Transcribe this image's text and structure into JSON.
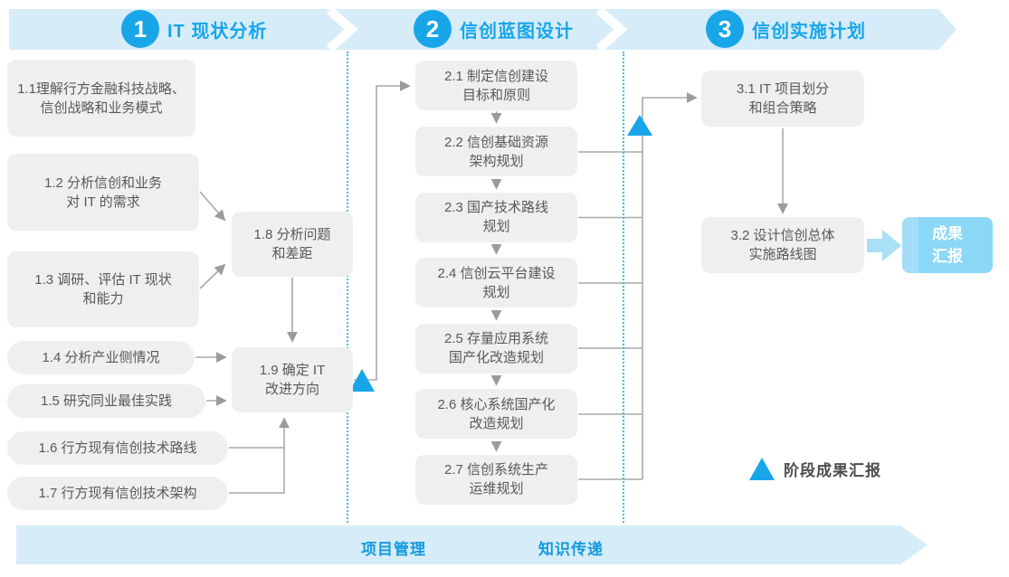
{
  "colors": {
    "accent_blue": "#18A6E9",
    "band_light_blue": "#D6ECF8",
    "box_fill_gray": "#EFEFEF",
    "box_text_gray": "#57595B",
    "connector_gray": "#A9A9A9",
    "result_box_blue": "#8BD7F6",
    "result_arrow_blue": "#A9DFF7"
  },
  "phases": [
    {
      "number": "1",
      "title": "IT 现状分析"
    },
    {
      "number": "2",
      "title": "信创蓝图设计"
    },
    {
      "number": "3",
      "title": "信创实施计划"
    }
  ],
  "phase1": {
    "boxes": {
      "b11": "1.1理解行方金融科技战略、\n信创战略和业务模式",
      "b12": "1.2 分析信创和业务\n对 IT 的需求",
      "b13": "1.3 调研、评估 IT 现状\n和能力",
      "b14": "1.4 分析产业侧情况",
      "b15": "1.5 研究同业最佳实践",
      "b16": "1.6 行方现有信创技术路线",
      "b17": "1.7 行方现有信创技术架构",
      "b18": "1.8 分析问题\n和差距",
      "b19": "1.9 确定 IT\n改进方向"
    }
  },
  "phase2": {
    "boxes": {
      "b21": "2.1 制定信创建设\n目标和原则",
      "b22": "2.2 信创基础资源\n架构规划",
      "b23": "2.3 国产技术路线\n规划",
      "b24": "2.4 信创云平台建设\n规划",
      "b25": "2.5 存量应用系统\n国产化改造规划",
      "b26": "2.6 核心系统国产化\n改造规划",
      "b27": "2.7 信创系统生产\n运维规划"
    }
  },
  "phase3": {
    "boxes": {
      "b31": "3.1 IT 项目划分\n和组合策略",
      "b32": "3.2 设计信创总体\n实施路线图"
    },
    "result_label": "成果\n汇报"
  },
  "legend": {
    "milestone_label": "阶段成果汇报"
  },
  "bottom_ribbon": {
    "left_label": "项目管理",
    "right_label": "知识传递"
  }
}
